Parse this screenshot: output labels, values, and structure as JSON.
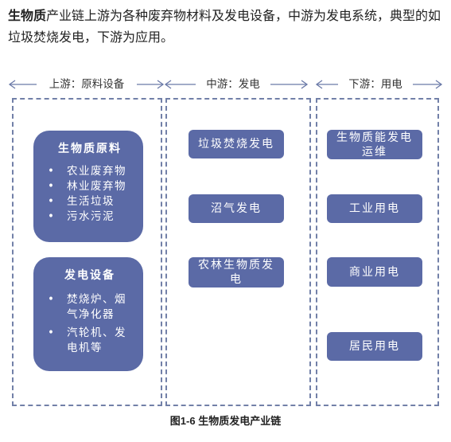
{
  "intro": {
    "highlight": "生物质",
    "text": "产业链上游为各种废弃物材料及发电设备，中游为发电系统，典型的如垃圾焚烧发电，下游为应用。"
  },
  "diagram": {
    "upstream_label": "上游：原料设备",
    "midstream_label": "中游：发电",
    "downstream_label": "下游：用电",
    "upstream": {
      "raw_materials": {
        "title": "生物质原料",
        "items": [
          "农业废弃物",
          "林业废弃物",
          "生活垃圾",
          "污水污泥"
        ]
      },
      "equipment": {
        "title": "发电设备",
        "items": [
          "焚烧炉、烟气净化器",
          "汽轮机、发电机等"
        ]
      }
    },
    "midstream": [
      "垃圾焚烧发电",
      "沼气发电",
      "农林生物质发电"
    ],
    "downstream": [
      "生物质能发电运维",
      "工业用电",
      "商业用电",
      "居民用电"
    ]
  },
  "caption": "图1-6 生物质发电产业链",
  "colors": {
    "box_fill": "#5b6aa6",
    "panel_border": "#7280a8",
    "arrow": "#6b7aa8"
  }
}
